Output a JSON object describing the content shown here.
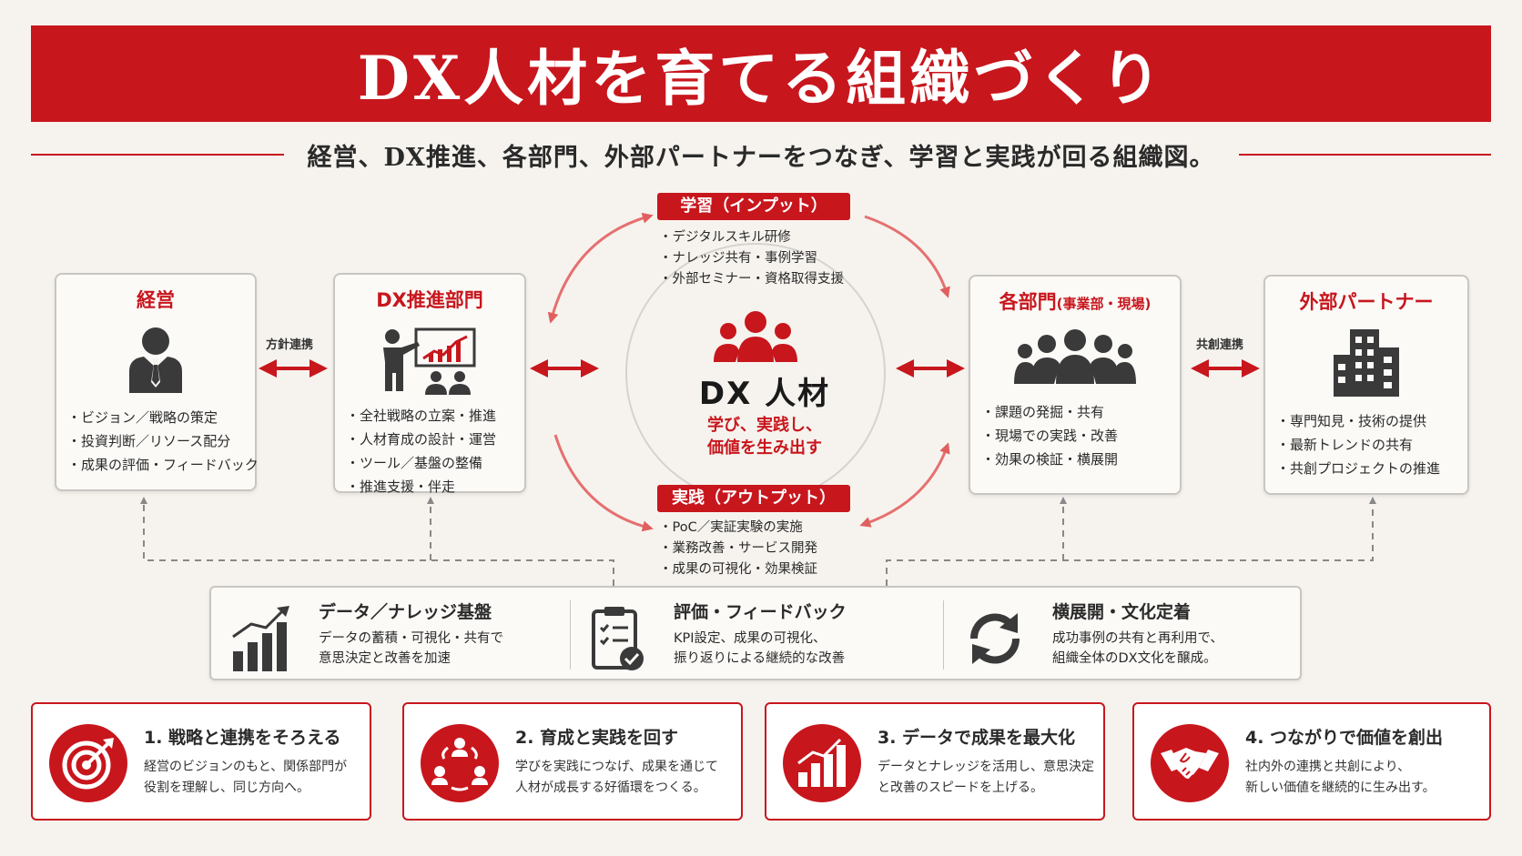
{
  "title": "DX人材を育てる組織づくり",
  "subtitle": "経営、DX推進、各部門、外部パートナーをつなぎ、学習と実践が回る組織図。",
  "colors": {
    "accent": "#c8161d",
    "icon": "#3a3a3a",
    "border": "#c9c6c1"
  },
  "boxes": {
    "management": {
      "title": "経営",
      "icon": "businessman-icon",
      "items": [
        "・ビジョン／戦略の策定",
        "・投資判断／リソース配分",
        "・成果の評価・フィードバック"
      ]
    },
    "dx_dept": {
      "title": "DX推進部門",
      "icon": "presentation-icon",
      "items": [
        "・全社戦略の立案・推進",
        "・人材育成の設計・運営",
        "・ツール／基盤の整備",
        "・推進支援・伴走"
      ]
    },
    "departments": {
      "title": "各部門",
      "title_small": "(事業部・現場)",
      "icon": "team-icon",
      "items": [
        "・課題の発掘・共有",
        "・現場での実践・改善",
        "・効果の検証・横展開"
      ]
    },
    "partners": {
      "title": "外部パートナー",
      "icon": "building-icon",
      "items": [
        "・専門知見・技術の提供",
        "・最新トレンドの共有",
        "・共創プロジェクトの推進"
      ]
    }
  },
  "links": {
    "policy": "方針連携",
    "cocreation": "共創連携"
  },
  "learning": {
    "label": "学習（インプット）",
    "items": [
      "・デジタルスキル研修",
      "・ナレッジ共有・事例学習",
      "・外部セミナー・資格取得支援"
    ]
  },
  "practice": {
    "label": "実践（アウトプット）",
    "items": [
      "・PoC／実証実験の実施",
      "・業務改善・サービス開発",
      "・成果の可視化・効果検証"
    ]
  },
  "center": {
    "title": "DX 人材",
    "line1": "学び、実践し、",
    "line2": "価値を生み出す"
  },
  "platform": [
    {
      "icon": "growth-chart-icon",
      "title": "データ／ナレッジ基盤",
      "desc1": "データの蓄積・可視化・共有で",
      "desc2": "意思決定と改善を加速"
    },
    {
      "icon": "clipboard-check-icon",
      "title": "評価・フィードバック",
      "desc1": "KPI設定、成果の可視化、",
      "desc2": "振り返りによる継続的な改善"
    },
    {
      "icon": "cycle-icon",
      "title": "横展開・文化定着",
      "desc1": "成功事例の共有と再利用で、",
      "desc2": "組織全体のDX文化を醸成。"
    }
  ],
  "cards": [
    {
      "icon": "target-icon",
      "title": "1. 戦略と連携をそろえる",
      "desc1": "経営のビジョンのもと、関係部門が",
      "desc2": "役割を理解し、同じ方向へ。"
    },
    {
      "icon": "people-cycle-icon",
      "title": "2. 育成と実践を回す",
      "desc1": "学びを実践につなげ、成果を通じて",
      "desc2": "人材が成長する好循環をつくる。"
    },
    {
      "icon": "bar-chart-icon",
      "title": "3. データで成果を最大化",
      "desc1": "データとナレッジを活用し、意思決定",
      "desc2": "と改善のスピードを上げる。"
    },
    {
      "icon": "handshake-icon",
      "title": "4. つながりで価値を創出",
      "desc1": "社内外の連携と共創により、",
      "desc2": "新しい価値を継続的に生み出す。"
    }
  ]
}
